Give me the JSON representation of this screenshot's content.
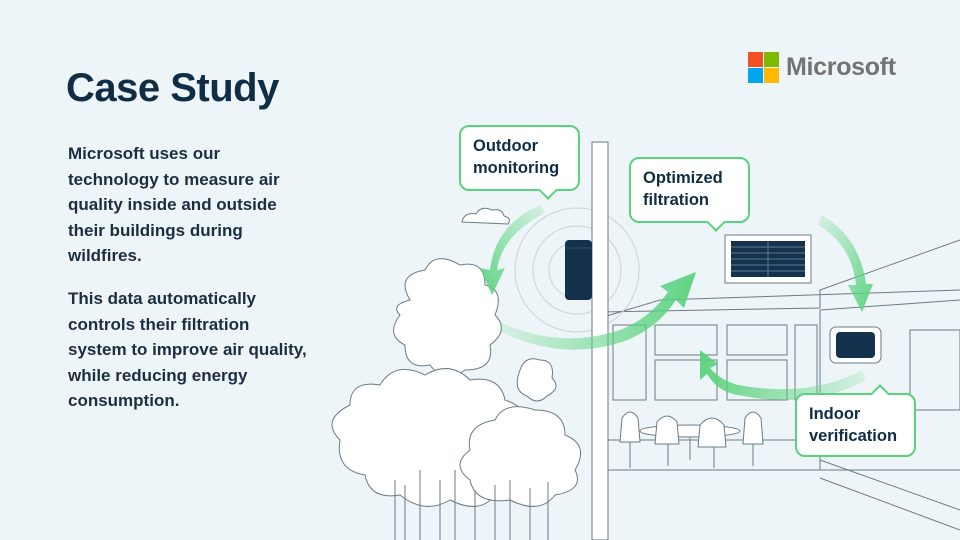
{
  "slide": {
    "title": "Case Study",
    "paragraph_1": "Microsoft uses our technology to measure air quality inside and outside their buildings during wildfires.",
    "paragraph_2": "This data automatically controls their filtration system to improve air quality, while reducing energy consumption."
  },
  "logo": {
    "text": "Microsoft",
    "colors": [
      "#f25022",
      "#7fba00",
      "#00a4ef",
      "#ffb900"
    ]
  },
  "callouts": {
    "outdoor": "Outdoor monitoring",
    "filtration": "Optimized filtration",
    "indoor": "Indoor verification"
  },
  "colors": {
    "accent_green": "#58d27c",
    "title_navy": "#0f2d45",
    "background": "#eef5f8"
  }
}
